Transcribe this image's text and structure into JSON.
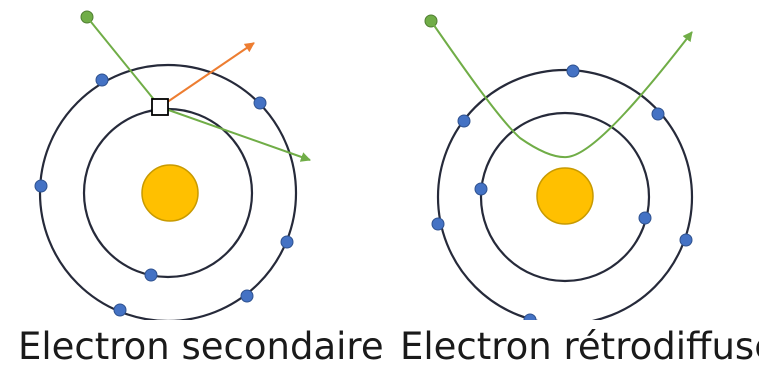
{
  "captions": {
    "left": "Electron secondaire",
    "right": "Electron rétrodiffusé"
  },
  "colors": {
    "orbit": "#262a3a",
    "nucleus_fill": "#ffc000",
    "nucleus_stroke": "#c89a00",
    "electron_fill": "#4472c4",
    "electron_stroke": "#2f528f",
    "incident_electron": "#70ad47",
    "secondary_electron": "#ed7d31"
  },
  "icons": {
    "collision_marker": "open-square"
  }
}
